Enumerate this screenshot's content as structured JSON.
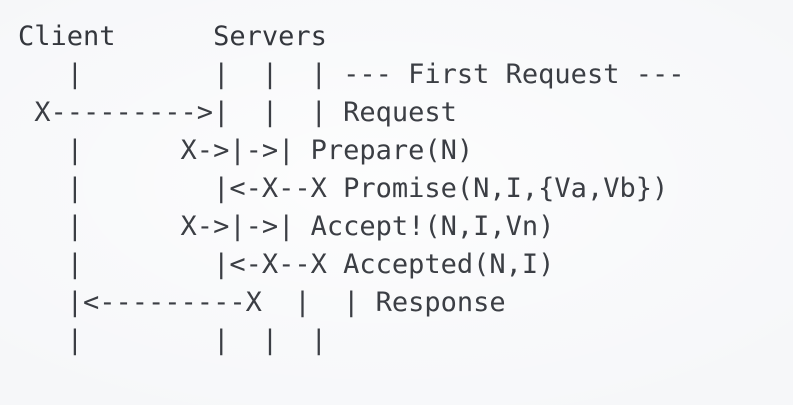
{
  "figure": {
    "kind": "ascii-sequence-diagram",
    "title_row": {
      "client_label": "Client",
      "servers_label": "Servers"
    },
    "colors": {
      "background": "#f6f7f9",
      "text": "#3b3e44"
    },
    "columns": {
      "client_lifeline_col": 3,
      "server_lifeline_cols": [
        9,
        11,
        13
      ],
      "message_label_col": 15
    },
    "lifeline_char": "|",
    "endpoint_char": "X",
    "arrow_right": "->",
    "arrow_left": "<-",
    "dash": "-"
  },
  "rows": [
    {
      "name": "header",
      "art": "Client      Servers",
      "label": ""
    },
    {
      "name": "first-request-banner",
      "art": "   |        |  |  |  --- First Request ---",
      "label": "--- First Request ---"
    },
    {
      "name": "client-request",
      "art": " X--------->|  |  |  Request",
      "label": "Request"
    },
    {
      "name": "prepare",
      "art": "   |      X->|->|  Prepare(N)",
      "label": "Prepare(N)"
    },
    {
      "name": "promise",
      "art": "   |        |<-X--X  Promise(N,I,{Va,Vb})",
      "label": "Promise(N,I,{Va,Vb})"
    },
    {
      "name": "accept",
      "art": "   |      X->|->|  Accept!(N,I,Vn)",
      "label": "Accept!(N,I,Vn)"
    },
    {
      "name": "accepted",
      "art": "   |        |<-X--X  Accepted(N,I)",
      "label": "Accepted(N,I)"
    },
    {
      "name": "client-response",
      "art": "   |<---------X  |  |  Response",
      "label": "Response"
    },
    {
      "name": "lifelines-end",
      "art": "   |        |  |  |",
      "label": ""
    }
  ],
  "lines": [
    "Client      Servers",
    "   |        |  |  | --- First Request ---",
    " X--------->|  |  | Request",
    "   |      X->|->| Prepare(N)",
    "   |        |<-X--X Promise(N,I,{Va,Vb})",
    "   |      X->|->| Accept!(N,I,Vn)",
    "   |        |<-X--X Accepted(N,I)",
    "   |<---------X  |  | Response",
    "   |        |  |  |"
  ],
  "messages": [
    {
      "order": 1,
      "label": "--- First Request ---",
      "from": "",
      "to": "",
      "kind": "banner"
    },
    {
      "order": 2,
      "label": "Request",
      "from": "Client",
      "to": "Server1",
      "kind": "request"
    },
    {
      "order": 3,
      "label": "Prepare(N)",
      "from": "Server1",
      "to": "Server2,Server3",
      "kind": "broadcast"
    },
    {
      "order": 4,
      "label": "Promise(N,I,{Va,Vb})",
      "from": "Server2,Server3",
      "to": "Server1",
      "kind": "reply"
    },
    {
      "order": 5,
      "label": "Accept!(N,I,Vn)",
      "from": "Server1",
      "to": "Server2,Server3",
      "kind": "broadcast"
    },
    {
      "order": 6,
      "label": "Accepted(N,I)",
      "from": "Server2,Server3",
      "to": "Server1",
      "kind": "reply"
    },
    {
      "order": 7,
      "label": "Response",
      "from": "Server1",
      "to": "Client",
      "kind": "response"
    }
  ]
}
